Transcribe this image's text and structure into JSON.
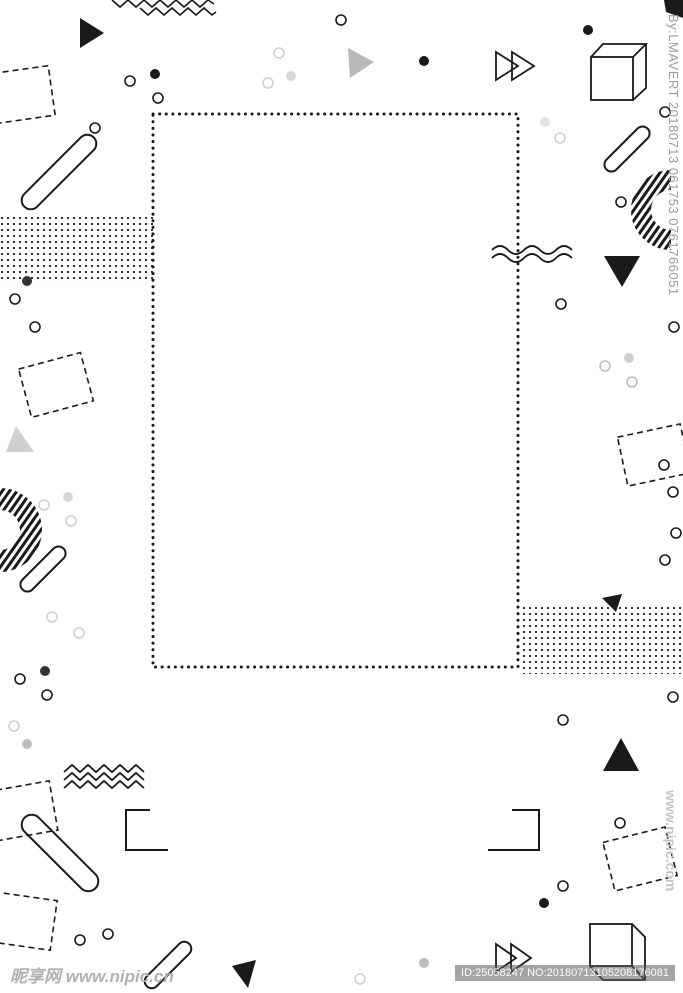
{
  "watermarks": {
    "side_text": "By:LMAVERT 20180713 061753 0761766051",
    "logo_text": "昵享网 www.nipic.cn",
    "id_text": "ID:25058247 NO:20180713105208176081",
    "site_text": "www.nipic.com"
  },
  "colors": {
    "ink": "#1a1a1a",
    "gray": "#bdbdbd",
    "background": "#ffffff"
  }
}
